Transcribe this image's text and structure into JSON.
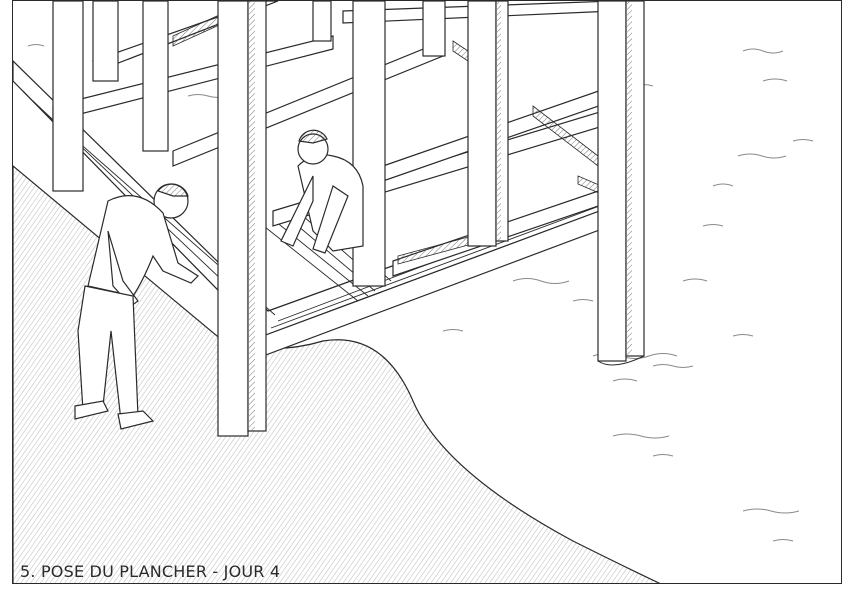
{
  "caption": "5. POSE DU PLANCHER - JOUR 4",
  "colors": {
    "line": "#2a2a2a",
    "water_line": "#9a9a9a",
    "hatch": "#9c9c9c",
    "background": "#ffffff"
  },
  "icons": [
    "ground-hatch",
    "water-ripple",
    "wood-frame",
    "worker-figure"
  ]
}
